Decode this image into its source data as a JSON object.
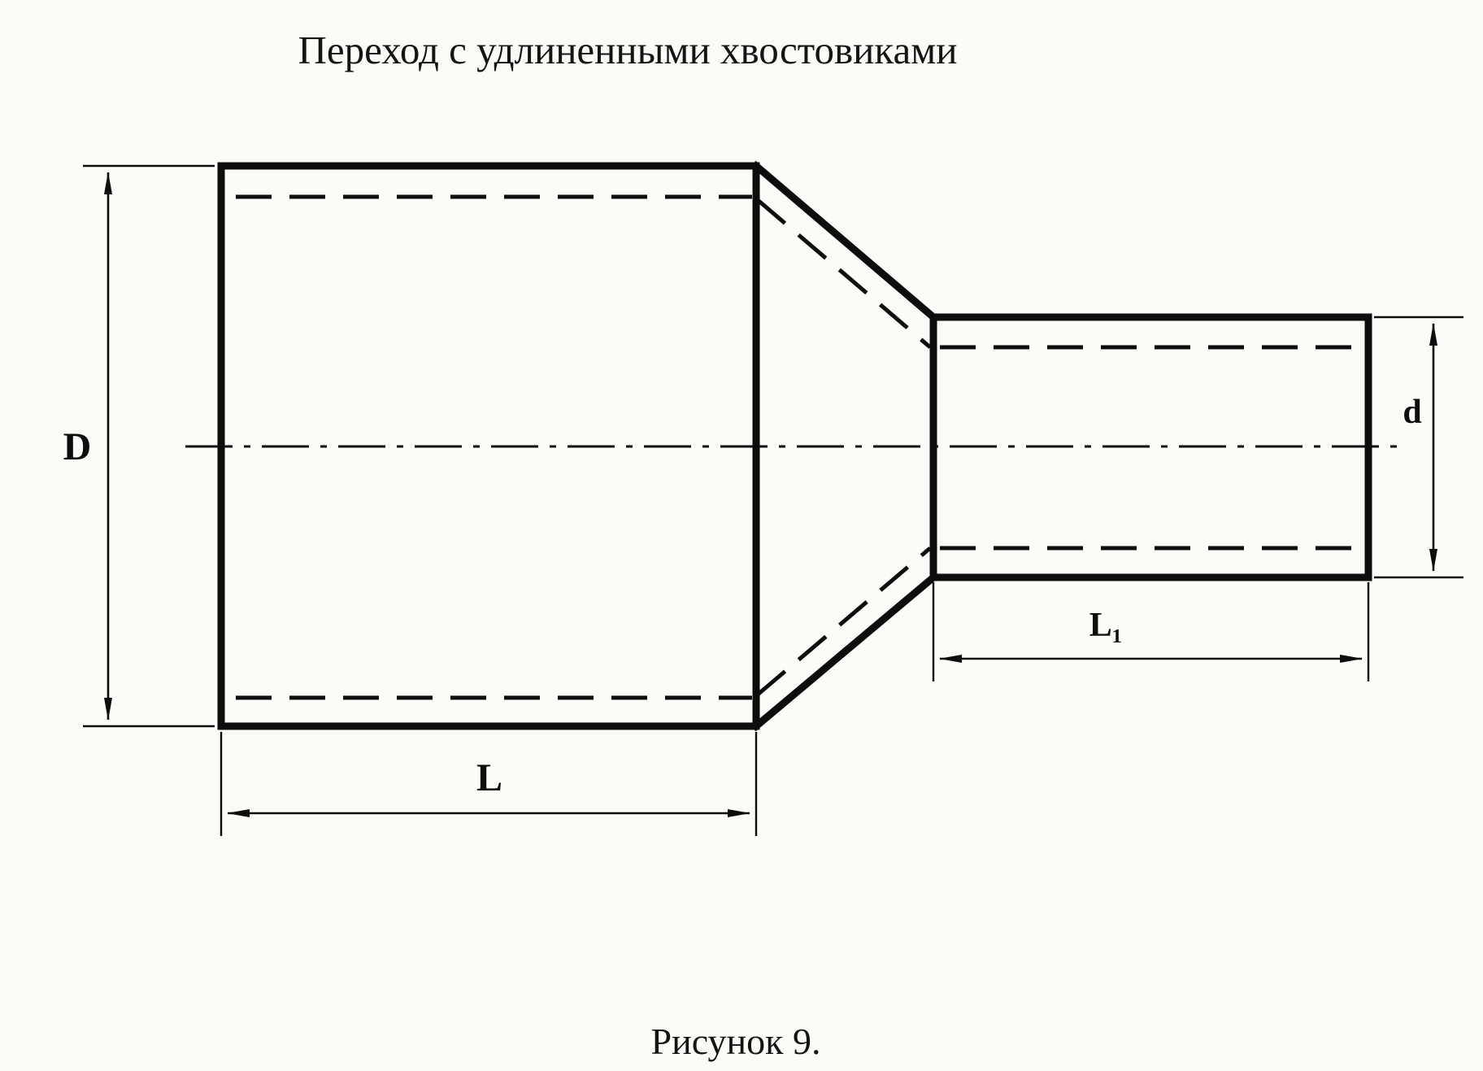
{
  "title": "Переход с удлиненными хвостовиками",
  "caption": "Рисунок 9.",
  "dimensions": {
    "large_diameter_label": "D",
    "small_diameter_label": "d",
    "large_length_label": "L",
    "small_length_label": "L₁"
  },
  "drawing": {
    "type": "technical-drawing",
    "subject": "concentric pipe reducer with elongated tails",
    "ink_color": "#0d0d0d",
    "paper_color": "#fbfbf8"
  }
}
